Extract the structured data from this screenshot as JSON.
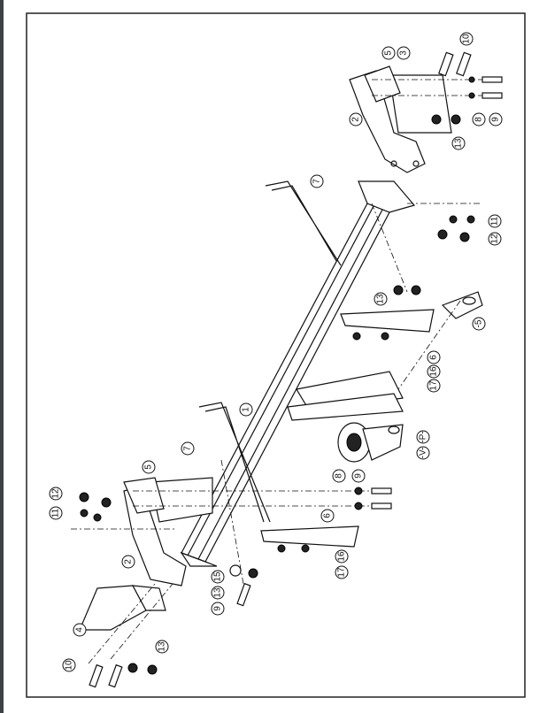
{
  "drawing": {
    "callouts": [
      {
        "id": "c1",
        "text": "10"
      },
      {
        "id": "c2",
        "text": "5"
      },
      {
        "id": "c3",
        "text": "3"
      },
      {
        "id": "c4",
        "text": "2"
      },
      {
        "id": "c5",
        "text": "13"
      },
      {
        "id": "c6",
        "text": "8"
      },
      {
        "id": "c7",
        "text": "9"
      },
      {
        "id": "c8",
        "text": "7"
      },
      {
        "id": "c9",
        "text": "11"
      },
      {
        "id": "c10",
        "text": "12"
      },
      {
        "id": "c11",
        "text": "13"
      },
      {
        "id": "c12",
        "text": "-5"
      },
      {
        "id": "c13",
        "text": "6"
      },
      {
        "id": "c14",
        "text": "16"
      },
      {
        "id": "c15",
        "text": "17"
      },
      {
        "id": "c16",
        "text": "1"
      },
      {
        "id": "c17",
        "text": "-P-"
      },
      {
        "id": "c18",
        "text": "-V-"
      },
      {
        "id": "c19",
        "text": "7"
      },
      {
        "id": "c20",
        "text": "8"
      },
      {
        "id": "c21",
        "text": "9"
      },
      {
        "id": "c22",
        "text": "5"
      },
      {
        "id": "c23",
        "text": "12"
      },
      {
        "id": "c24",
        "text": "11"
      },
      {
        "id": "c25",
        "text": "6"
      },
      {
        "id": "c26",
        "text": "2"
      },
      {
        "id": "c27",
        "text": "16"
      },
      {
        "id": "c28",
        "text": "17"
      },
      {
        "id": "c29",
        "text": "15"
      },
      {
        "id": "c30",
        "text": "13"
      },
      {
        "id": "c31",
        "text": "9"
      },
      {
        "id": "c32",
        "text": "4"
      },
      {
        "id": "c33",
        "text": "13"
      },
      {
        "id": "c34",
        "text": "10"
      }
    ]
  }
}
